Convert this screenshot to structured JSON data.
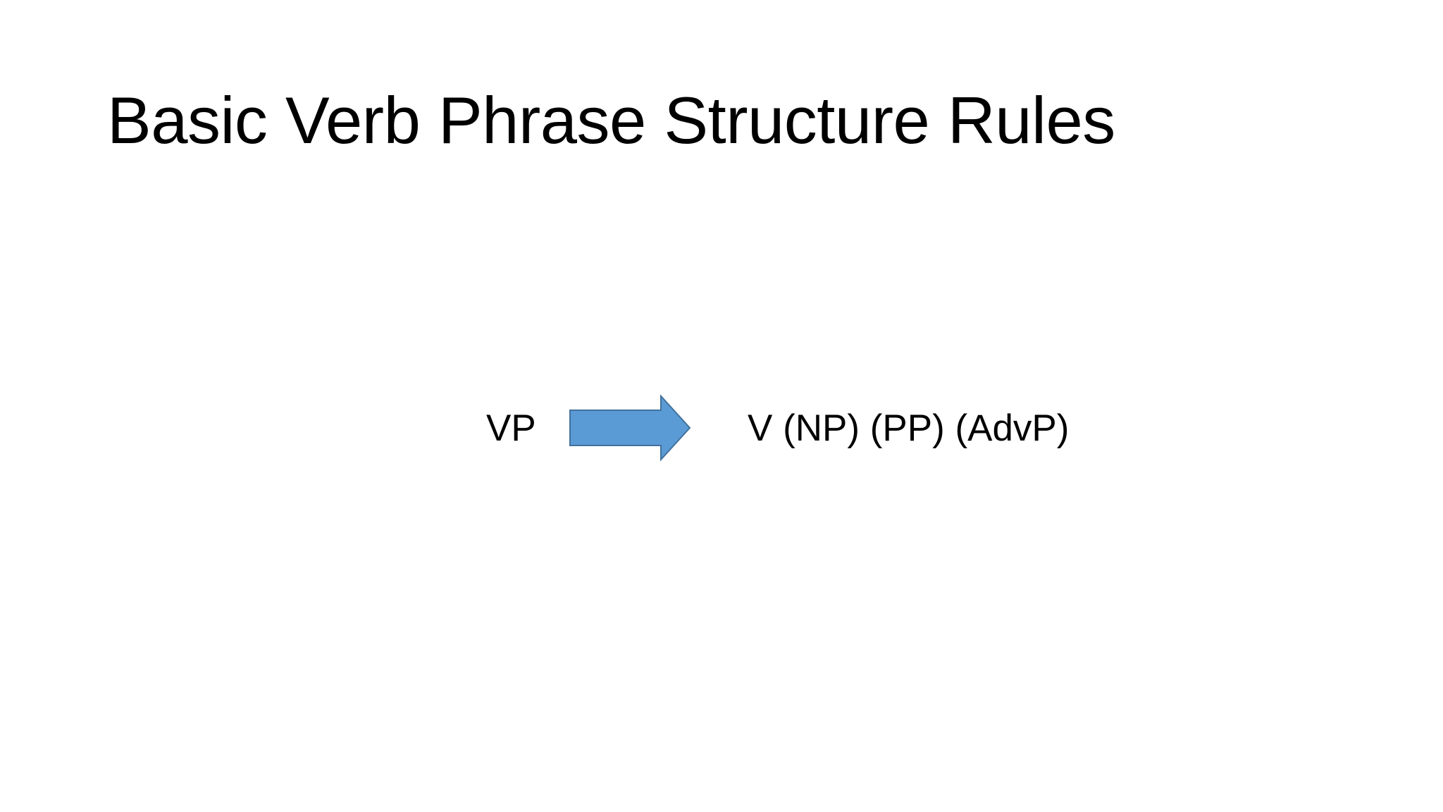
{
  "slide": {
    "background_color": "#FFFFFF",
    "title": "Basic Verb Phrase Structure Rules"
  },
  "rule": {
    "left_hand_side": "VP",
    "arrow_icon": "right-arrow-icon",
    "right_hand_side": "V (NP) (PP) (AdvP)",
    "arrow_fill_color": "#5B9BD5",
    "arrow_stroke_color": "#41719C",
    "text_color": "#000000"
  }
}
